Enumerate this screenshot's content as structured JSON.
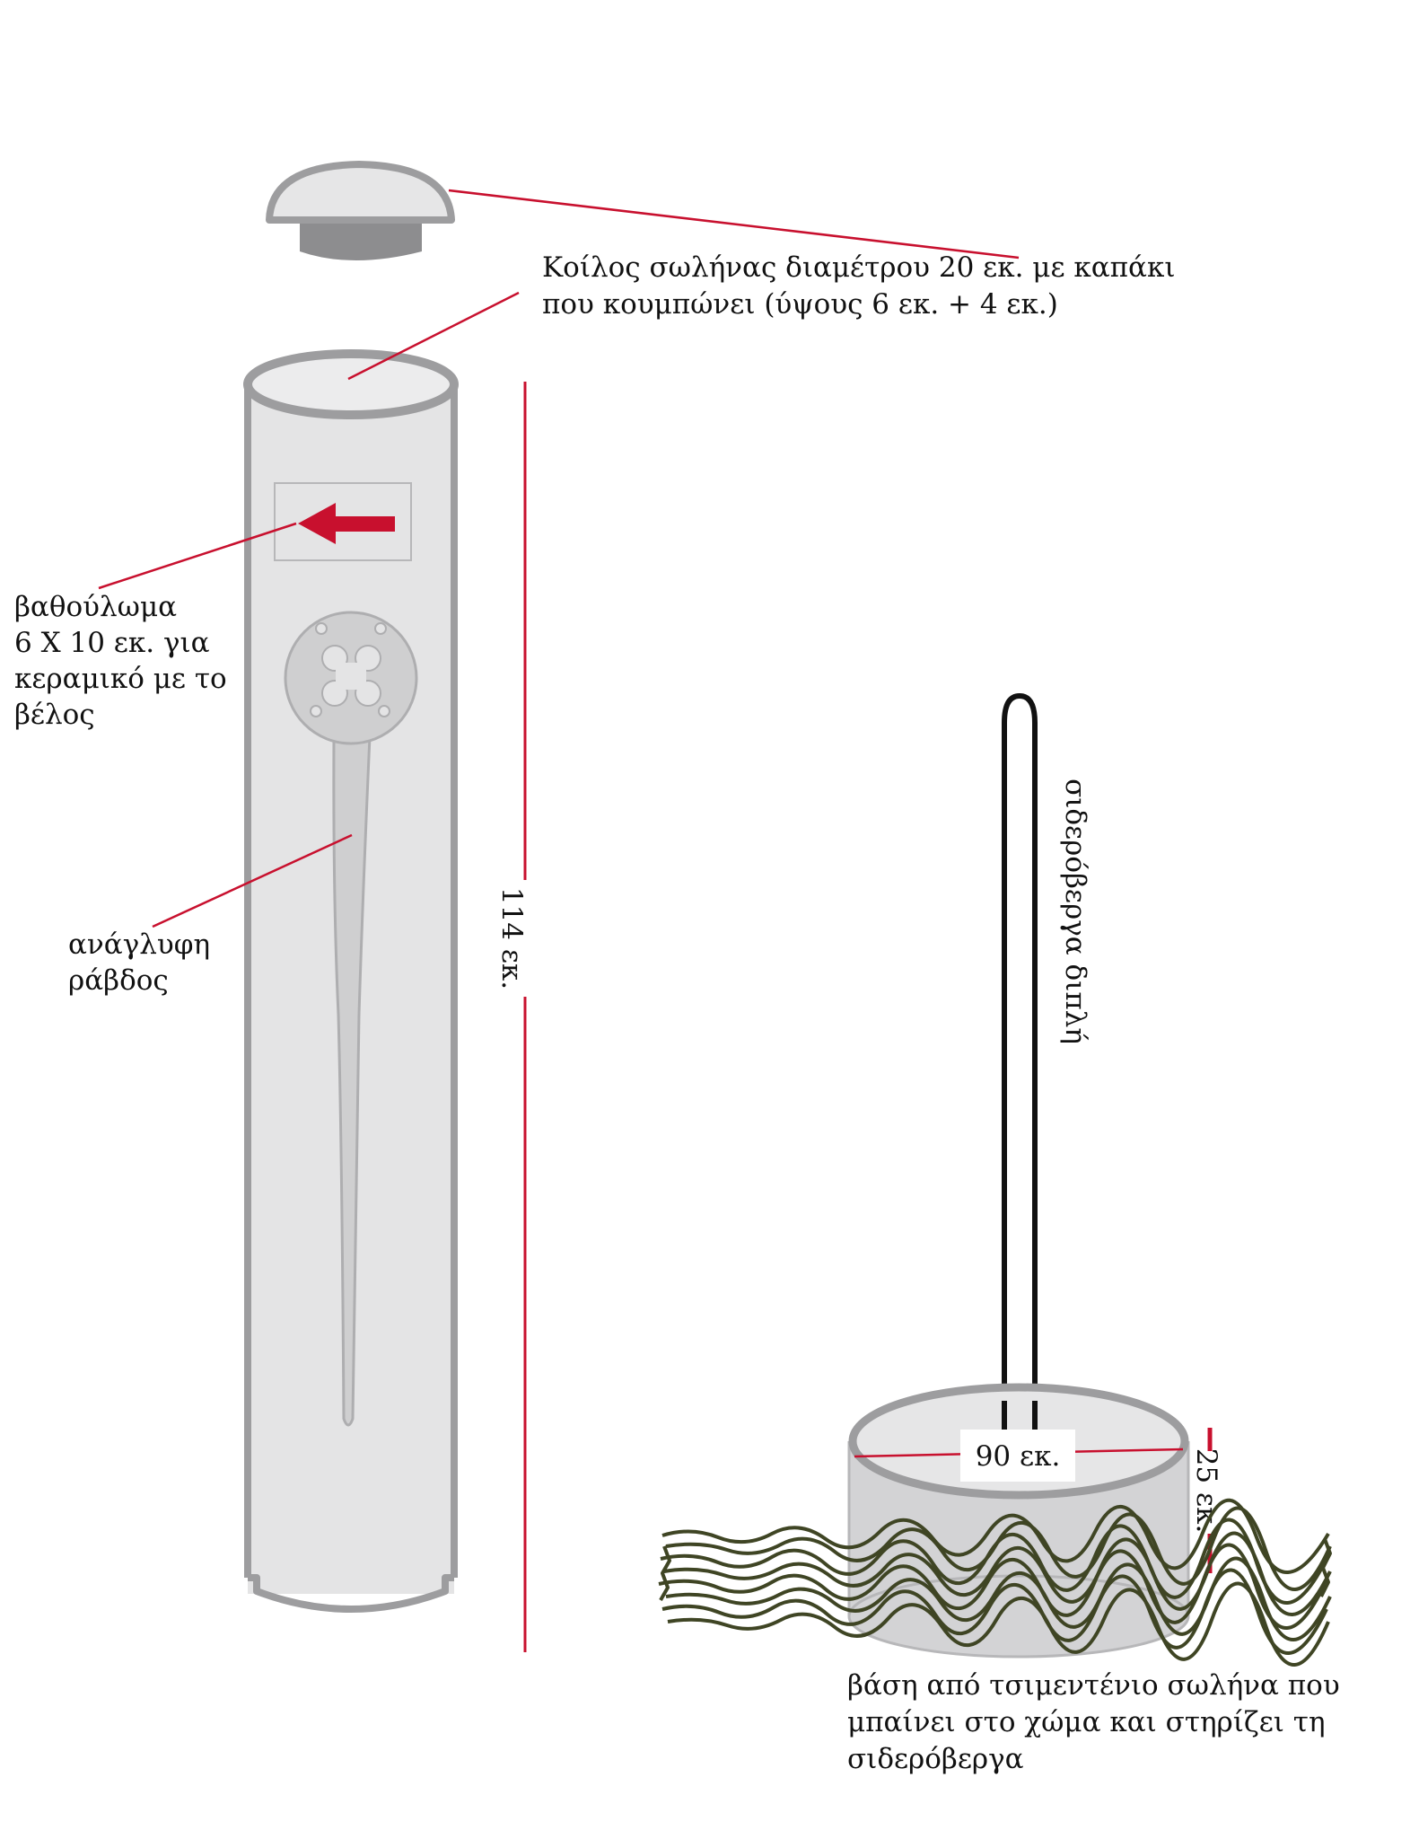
{
  "colors": {
    "accent_red": "#c8102e",
    "leader_red": "#c8102e",
    "tube_fill": "#e4e4e5",
    "tube_outline": "#9d9d9f",
    "cap_fill": "#e6e6e7",
    "cap_plug": "#8d8d8f",
    "relief_fill": "#cfcfd0",
    "relief_outline": "#aeaeb0",
    "soil": "#3f4524",
    "rod": "#111111",
    "base_fill": "#d3d3d5"
  },
  "labels": {
    "tube_caption_line1": "Κοίλος σωλήνας διαμέτρου 20 εκ. με καπάκι",
    "tube_caption_line2": "που κουμπώνει (ύψους 6 εκ. + 4 εκ.)",
    "recess_line1": "βαθούλωμα",
    "recess_line2": "6 Χ 10 εκ. για",
    "recess_line3": "κεραμικό με το",
    "recess_line4": "βέλος",
    "relief_line1": "ανάγλυφη",
    "relief_line2": "ράβδος",
    "height_dimension": "114 εκ.",
    "rod_label": "σιδερόβεργα διπλή",
    "base_diameter": "90 εκ.",
    "base_height": "25 εκ.",
    "base_line1": "βάση από τσιμεντένιο σωλήνα που",
    "base_line2": "μπαίνει στο χώμα και στηρίζει τη",
    "base_line3": "σιδερόβεργα"
  },
  "icons": {
    "arrow": "red-arrow-left-icon",
    "emblem": "quatrefoil-disc-icon"
  }
}
